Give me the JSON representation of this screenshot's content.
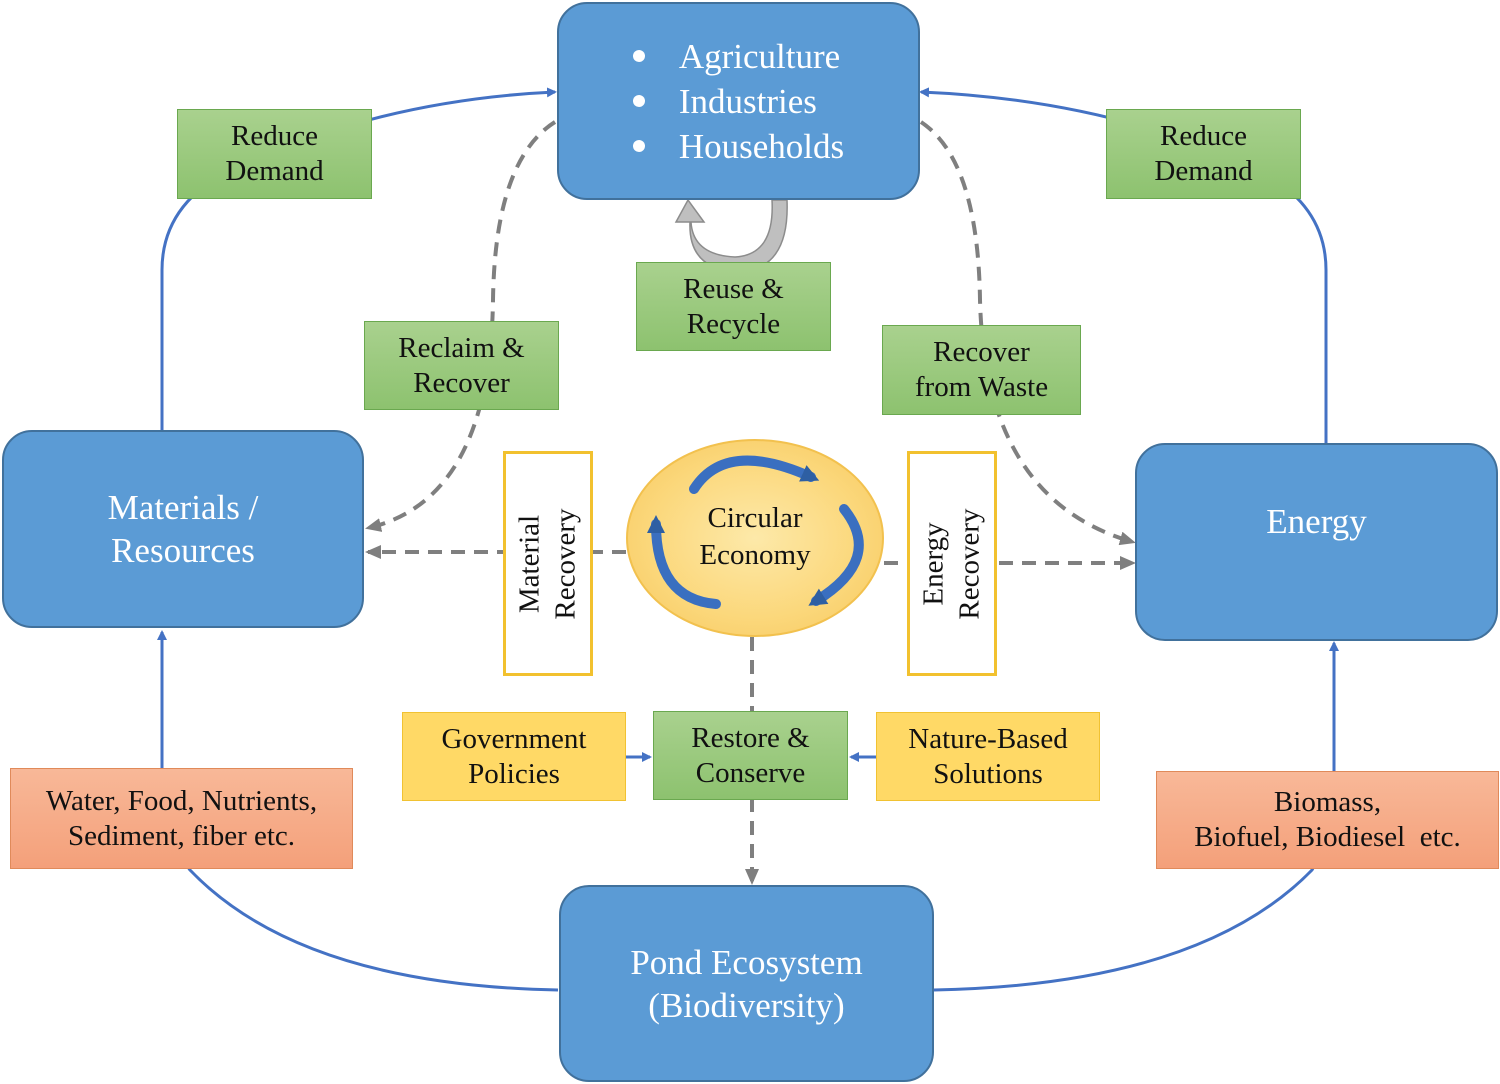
{
  "nodes": {
    "users": {
      "items": [
        "Agriculture",
        "Industries",
        "Households"
      ]
    },
    "materials": {
      "lines": [
        "Materials /",
        "Resources"
      ]
    },
    "energy": {
      "label": "Energy"
    },
    "pond": {
      "lines": [
        "Pond Ecosystem",
        "(Biodiversity)"
      ]
    }
  },
  "actions": {
    "reduce_demand_left": [
      "Reduce",
      "Demand"
    ],
    "reduce_demand_right": [
      "Reduce",
      "Demand"
    ],
    "reuse_recycle": [
      "Reuse &",
      "Recycle"
    ],
    "reclaim_recover": [
      "Reclaim &",
      "Recover"
    ],
    "recover_waste": [
      "Recover",
      "from Waste"
    ],
    "restore_conserve": [
      "Restore &",
      "Conserve"
    ]
  },
  "recovery": {
    "material": [
      "Material",
      "Recovery"
    ],
    "energy": [
      "Energy",
      "Recovery"
    ]
  },
  "center": [
    "Circular",
    "Economy"
  ],
  "drivers": {
    "government": [
      "Government",
      "Policies"
    ],
    "nature": [
      "Nature-Based",
      "Solutions"
    ]
  },
  "products": {
    "materials": [
      "Water, Food, Nutrients,",
      "Sediment, fiber etc."
    ],
    "energy": [
      "Biomass,",
      "Biofuel, Biodiesel  etc."
    ]
  },
  "colors": {
    "node_fill": "#5b9bd5",
    "action_fill": "#a9d18e",
    "driver_fill": "#ffd966",
    "product_fill": "#f4b183",
    "arrow_solid": "#4472c4",
    "arrow_dashed": "#7f7f7f"
  }
}
